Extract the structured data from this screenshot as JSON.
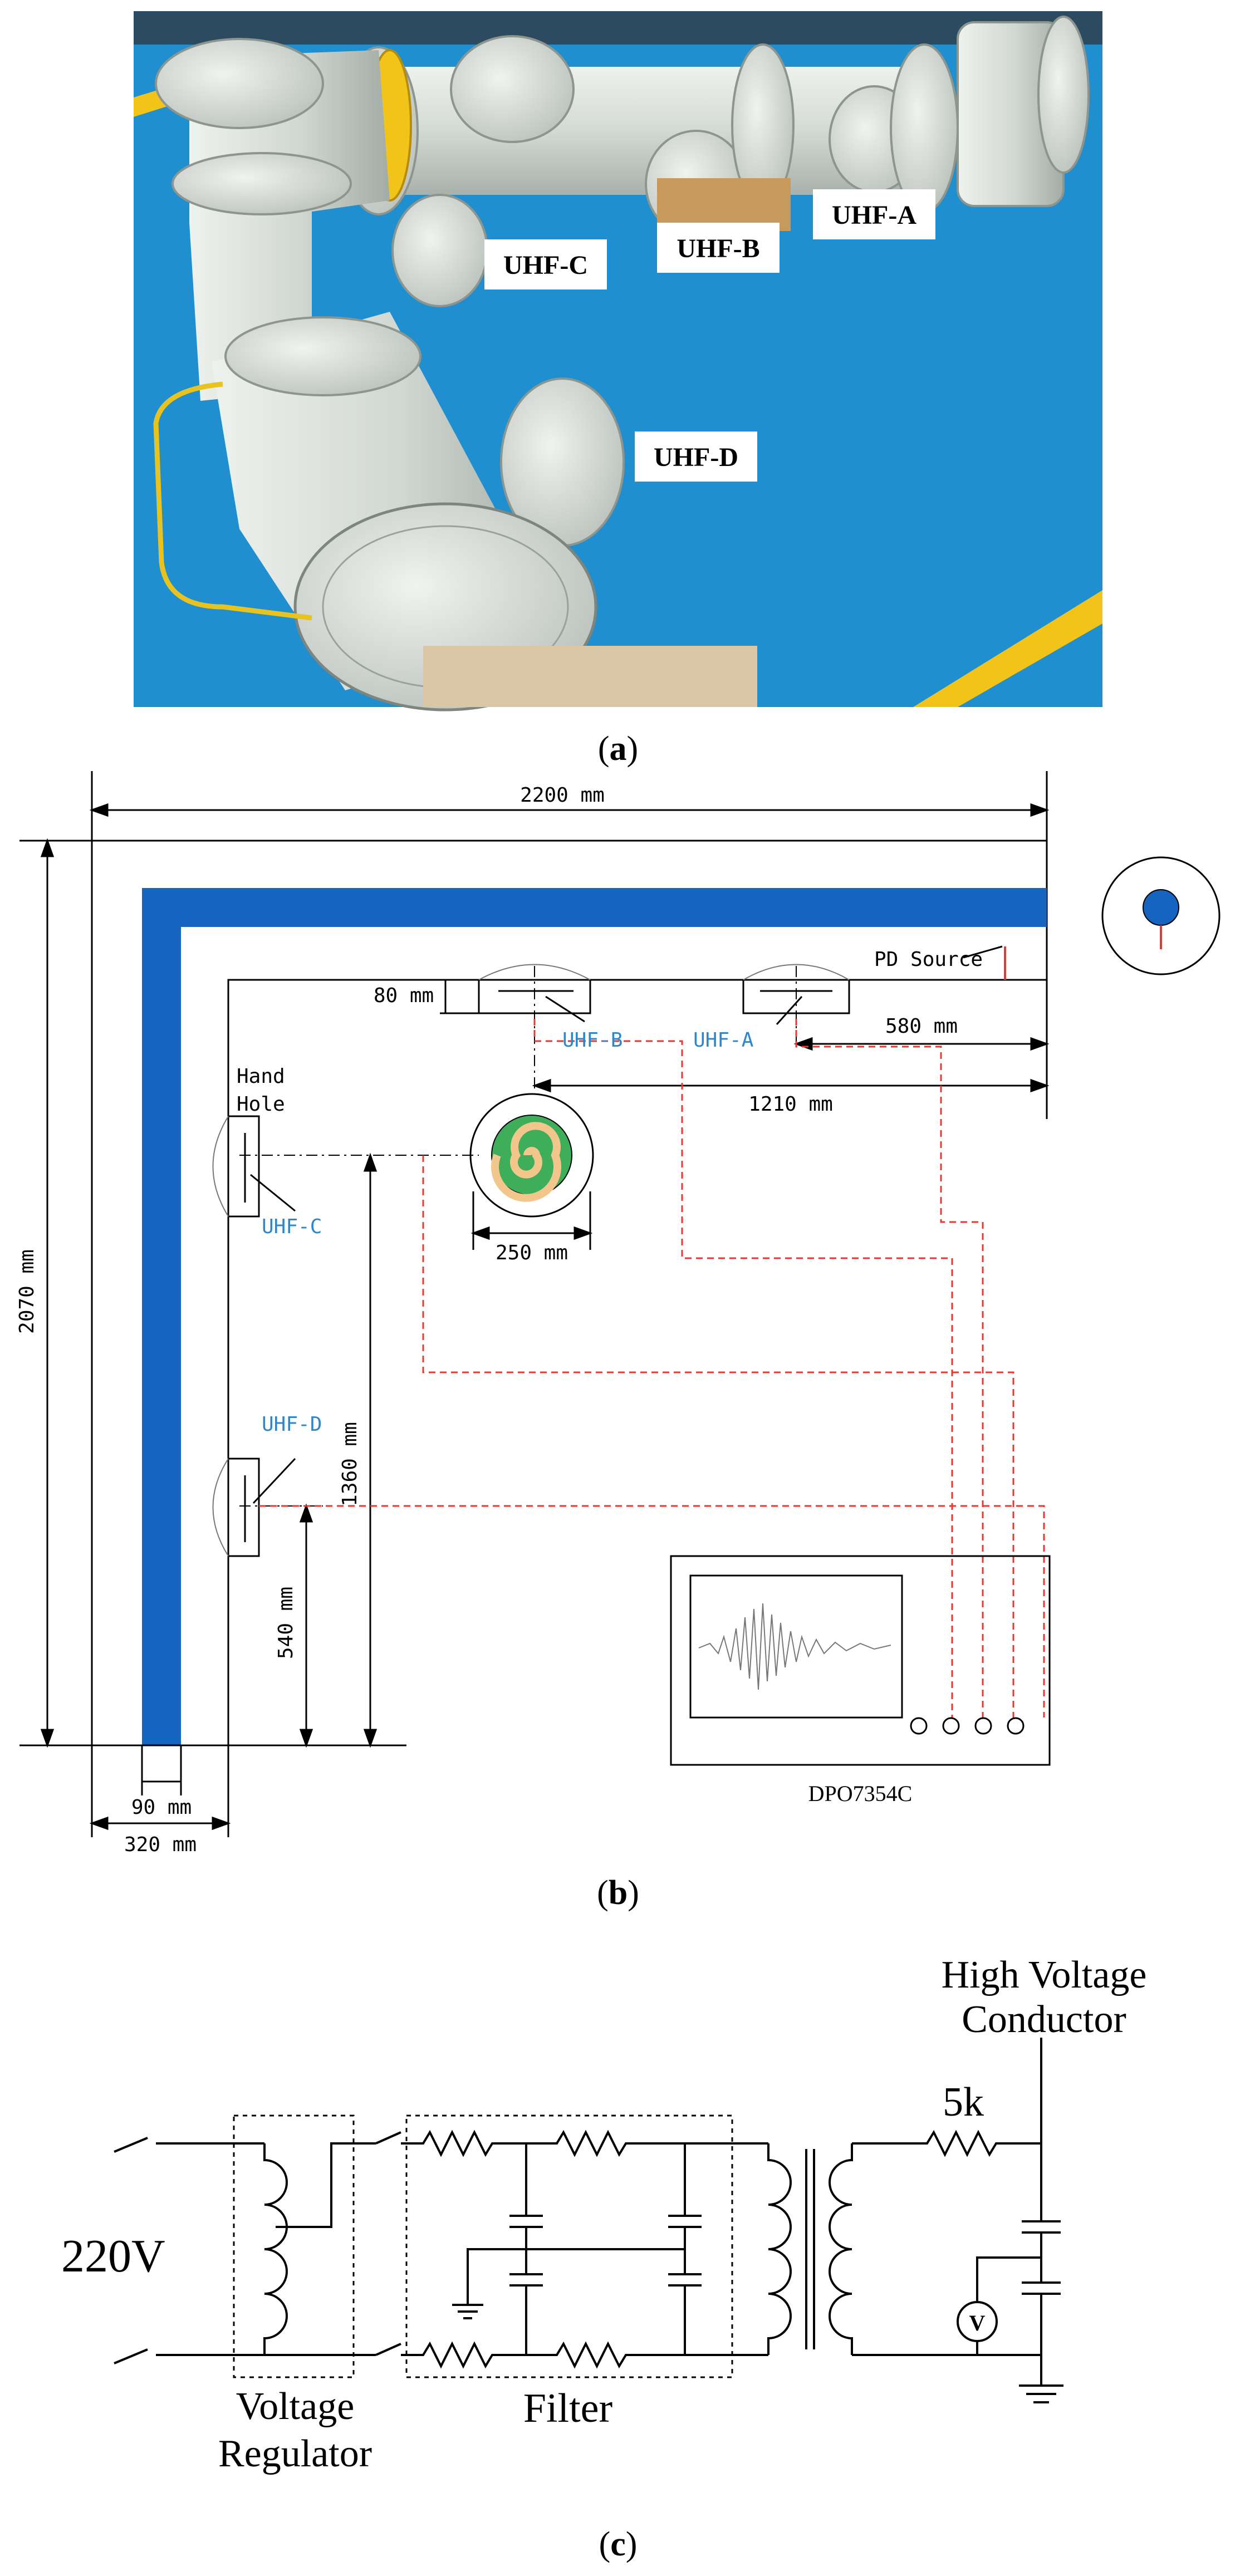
{
  "panel_a": {
    "caption": "(a)",
    "caption_letter": "a",
    "sensor_labels": [
      "UHF-A",
      "UHF-B",
      "UHF-C",
      "UHF-D"
    ]
  },
  "panel_b": {
    "caption": "(b)",
    "caption_letter": "b",
    "dim_top": "2200 mm",
    "dim_left": "2070 mm",
    "dim_80": "80 mm",
    "dim_580": "580 mm",
    "dim_1210": "1210 mm",
    "dim_250": "250 mm",
    "dim_1360": "1360 mm",
    "dim_540": "540 mm",
    "dim_90": "90 mm",
    "dim_320": "320 mm",
    "pd_source": "PD Source",
    "hand_hole_1": "Hand",
    "hand_hole_2": "Hole",
    "uhf_a": "UHF-A",
    "uhf_b": "UHF-B",
    "uhf_c": "UHF-C",
    "uhf_d": "UHF-D",
    "scope_label": "DPO7354C"
  },
  "panel_c": {
    "caption": "(c)",
    "caption_letter": "c",
    "source": "220V",
    "regulator_1": "Voltage",
    "regulator_2": "Regulator",
    "filter": "Filter",
    "hv_1": "High Voltage",
    "hv_2": "Conductor",
    "resistor": "5k",
    "meter": "V"
  },
  "colors": {
    "floor": "#1f8fcf",
    "pipe": "#d6dcd7",
    "flange_yellow": "#f2c41a",
    "conductor_blue": "#1565c0",
    "signal_red": "#e53935",
    "sensor_text": "#2f86c8"
  }
}
